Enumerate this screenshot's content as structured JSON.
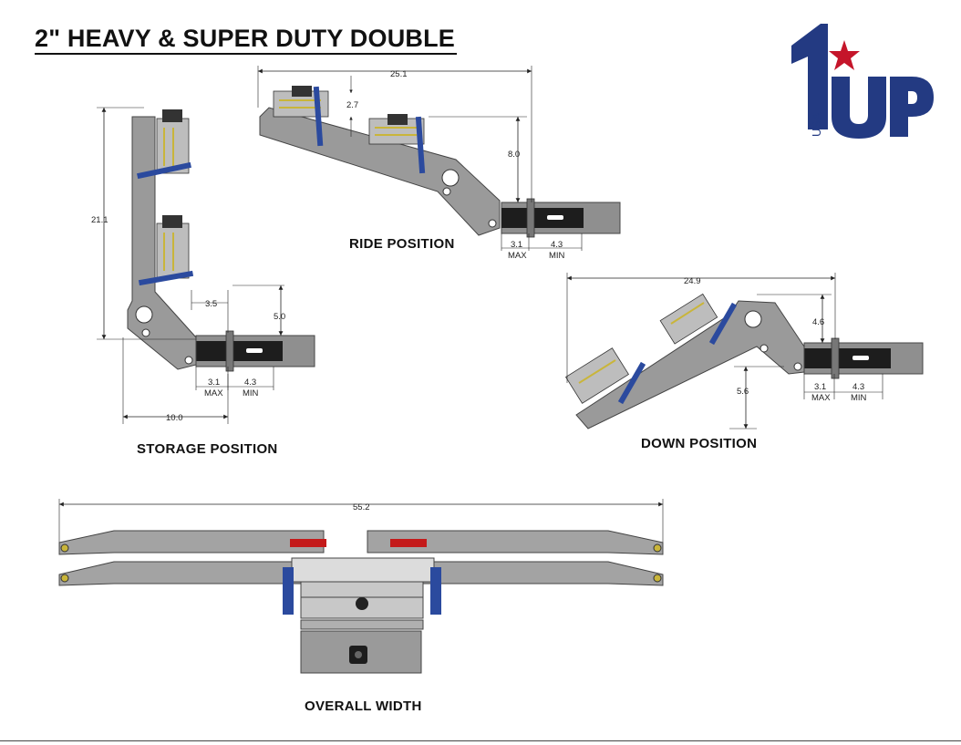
{
  "title": "2\" HEAVY & SUPER DUTY DOUBLE",
  "logo": {
    "brand_text": "1UP",
    "country_text": "USA",
    "colors": {
      "blue": "#233a82",
      "red": "#c5152a"
    }
  },
  "captions": {
    "storage": "STORAGE POSITION",
    "ride": "RIDE POSITION",
    "down": "DOWN POSITION",
    "overall": "OVERALL WIDTH"
  },
  "dimensions": {
    "ride": {
      "length": "25.1",
      "offset": "2.7",
      "height": "8.0",
      "max": "3.1",
      "max_label": "MAX",
      "min": "4.3",
      "min_label": "MIN"
    },
    "storage": {
      "height": "21.1",
      "width": "10.0",
      "offset": "3.5",
      "rise": "5.0",
      "max": "3.1",
      "max_label": "MAX",
      "min": "4.3",
      "min_label": "MIN"
    },
    "down": {
      "length": "24.9",
      "rise": "4.6",
      "drop": "5.6",
      "max": "3.1",
      "max_label": "MAX",
      "min": "4.3",
      "min_label": "MIN"
    },
    "overall": {
      "width": "55.2"
    }
  },
  "colors": {
    "frame": "#9a9a9a",
    "frame_dark": "#555555",
    "receiver": "#1d1d1d",
    "accent_blue": "#2b4a9e",
    "accent_red": "#c41a1a",
    "accent_yellow": "#c9b53a"
  }
}
